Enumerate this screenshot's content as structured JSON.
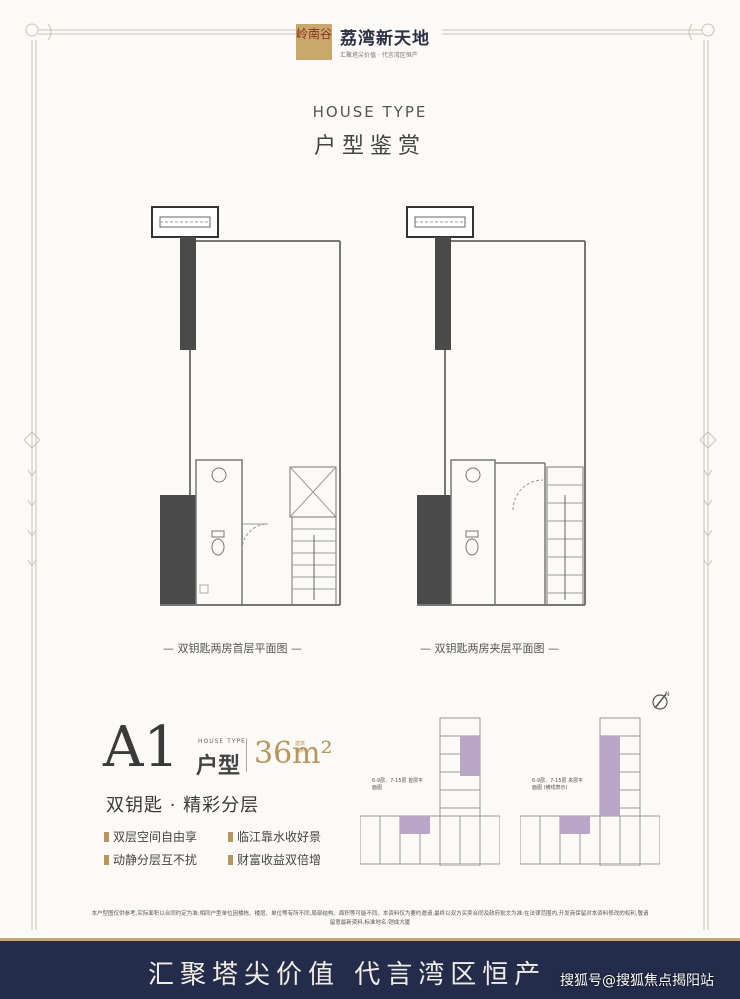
{
  "brand": {
    "seal": "岭南谷",
    "name": "荔湾新天地",
    "slogan": "汇聚塔尖价值 · 代言湾区恒产"
  },
  "header": {
    "title_en": "HOUSE TYPE",
    "title_cn": "户型鉴赏"
  },
  "plans": [
    {
      "caption": "— 双钥匙两房首层平面图 —"
    },
    {
      "caption": "— 双钥匙两房夹层平面图 —"
    }
  ],
  "unit": {
    "code": "A1",
    "house_type_en": "HOUSE TYPE",
    "type_cn": "户型",
    "area": "36m²",
    "area_label": "建筑面积",
    "tagline": "双钥匙 · 精彩分层"
  },
  "features": [
    "双层空间自由享",
    "临江靠水收好景",
    "动静分层互不扰",
    "财富收益双倍增"
  ],
  "keyplans": [
    {
      "label": "6-9层、7-15层 首层平面图"
    },
    {
      "label": "6-9层、7-15层 夹层平面图 (横线表示)"
    }
  ],
  "disclaimer": "本户型图仅供参考,实际面积以合同约定为准;相同户型单位因楼栋、楼层、单位等有所不同,局部结构、面积等可能不同。本资料仅为要约邀请,最终以双方买卖合同及政府批文为准;在法律范围内,开发商保留对本资料修改的权利,敬请留意最新资料,标准地名:铠成大厦",
  "banner": {
    "text": "汇聚塔尖价值  代言湾区恒产"
  },
  "watermark": "搜狐号@搜狐焦点揭阳站",
  "colors": {
    "navy": "#232c4b",
    "gold": "#b8955a",
    "wall": "#4a4a4a",
    "highlight": "#b9a6c9"
  }
}
